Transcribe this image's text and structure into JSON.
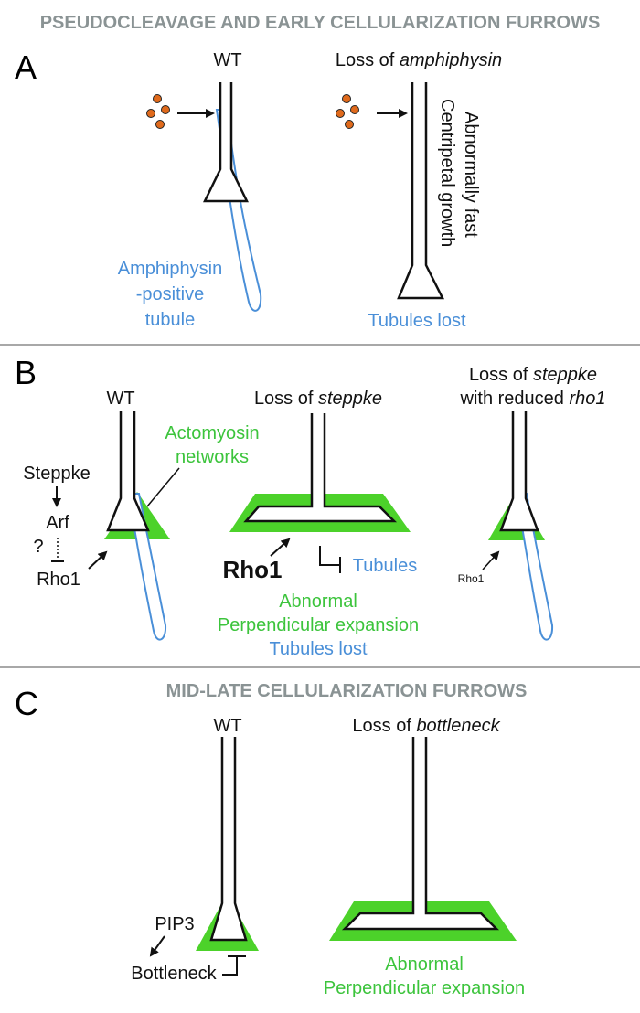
{
  "sections": {
    "top_header": "PSEUDOCLEAVAGE AND EARLY CELLULARIZATION FURROWS",
    "mid_header": "MID-LATE CELLULARIZATION FURROWS"
  },
  "panel_a": {
    "letter": "A",
    "wt_title": "WT",
    "loss_title_prefix": "Loss of ",
    "loss_title_gene": "amphiphysin",
    "tubule_label_1": "Amphiphysin",
    "tubule_label_2": "-positive",
    "tubule_label_3": "tubule",
    "side_label_1": "Abnormally fast",
    "side_label_2": "Centripetal growth",
    "tubules_lost": "Tubules lost"
  },
  "panel_b": {
    "letter": "B",
    "wt_title": "WT",
    "actomyosin_1": "Actomyosin",
    "actomyosin_2": "networks",
    "steppke": "Steppke",
    "arf": "Arf",
    "question": "?",
    "rho1": "Rho1",
    "loss_title_prefix": "Loss of ",
    "loss_title_gene": "steppke",
    "rho1_big": "Rho1",
    "tubules": "Tubules",
    "abnormal": "Abnormal",
    "perpendicular": "Perpendicular expansion",
    "tubules_lost": "Tubules lost",
    "reduced_title_line1_prefix": "Loss of ",
    "reduced_title_line1_gene": "steppke",
    "reduced_title_line2_prefix": "with reduced ",
    "reduced_title_line2_gene": "rho1",
    "rho1_small": "Rho1"
  },
  "panel_c": {
    "letter": "C",
    "wt_title": "WT",
    "loss_title_prefix": "Loss of ",
    "loss_title_gene": "bottleneck",
    "pip3": "PIP3",
    "bottleneck": "Bottleneck",
    "abnormal": "Abnormal",
    "perpendicular": "Perpendicular expansion"
  },
  "colors": {
    "actomyosin_green": "#4cd22a",
    "tubule_blue": "#4a8fd8",
    "vesicle_orange": "#e06a1c",
    "header_gray": "#8a9394",
    "divider_gray": "#8c8c8c"
  }
}
